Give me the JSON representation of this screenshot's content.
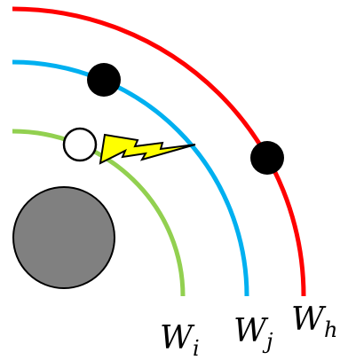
{
  "colors": {
    "inner_arc": "#92D050",
    "middle_arc": "#00B0F0",
    "outer_arc": "#FF0000",
    "core_fill": "#808080",
    "filled_dot": "#000000",
    "hollow_dot_fill": "#FFFFFF",
    "lightning_fill": "#FFFF00",
    "label_color": "#000000"
  },
  "labels": {
    "inner": {
      "main": "W",
      "sub": "i"
    },
    "middle": {
      "main": "W",
      "sub": "j"
    },
    "outer": {
      "main": "W",
      "sub": "h"
    }
  },
  "icons": {
    "core": "filled-circle",
    "hollow_dot": "open-circle",
    "filled_dot": "filled-circle",
    "transition": "lightning-bolt"
  }
}
